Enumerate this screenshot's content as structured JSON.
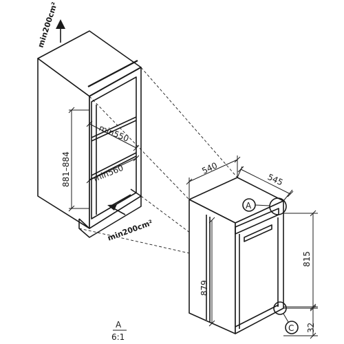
{
  "labels": {
    "vent_top": "min200cm²",
    "vent_bottom": "min200cm²",
    "niche_height": "881–884",
    "niche_depth": "min550",
    "niche_width": "min560",
    "appliance_width": "540",
    "appliance_depth": "545",
    "appliance_height": "879",
    "hinge_height": "815",
    "foot_height": "32",
    "callout_a": "A",
    "callout_c": "C",
    "scale_letter": "A",
    "scale_ratio": "6:1"
  }
}
